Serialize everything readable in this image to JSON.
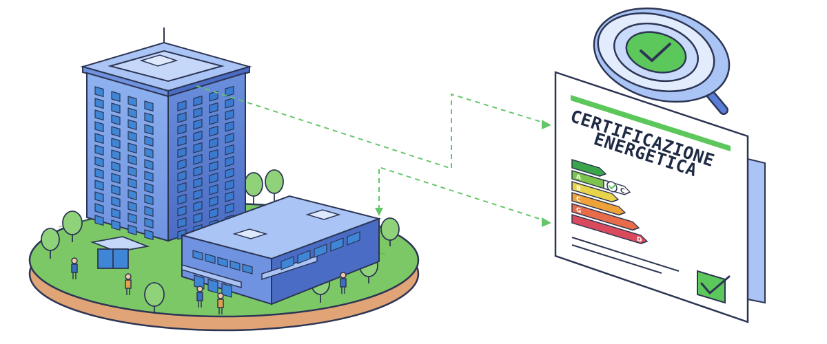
{
  "certificate": {
    "title_line1": "CERTIFICAZIONE",
    "title_line2": "ENERGETICA",
    "accent_color": "#5cc75a",
    "energy_classes": [
      {
        "label": "",
        "color": "#3aa64b"
      },
      {
        "label": "A",
        "color": "#7cc44e"
      },
      {
        "label": "B",
        "color": "#e8d44a"
      },
      {
        "label": "C",
        "color": "#f0a23a"
      },
      {
        "label": "G",
        "color": "#e86b4a"
      },
      {
        "label": "",
        "color": "#d94a5c"
      }
    ],
    "marker_label": "C",
    "last_row_label": "D"
  },
  "icons": {
    "magnifier": "magnifier-check-icon",
    "doc_check": "checkbox-check-icon"
  },
  "colors": {
    "building": "#6f93e0",
    "building_dark": "#4a6cc4",
    "window": "#3f86d6",
    "ground": "#7cc866",
    "soil": "#e0a477",
    "connector": "#65c56a"
  }
}
